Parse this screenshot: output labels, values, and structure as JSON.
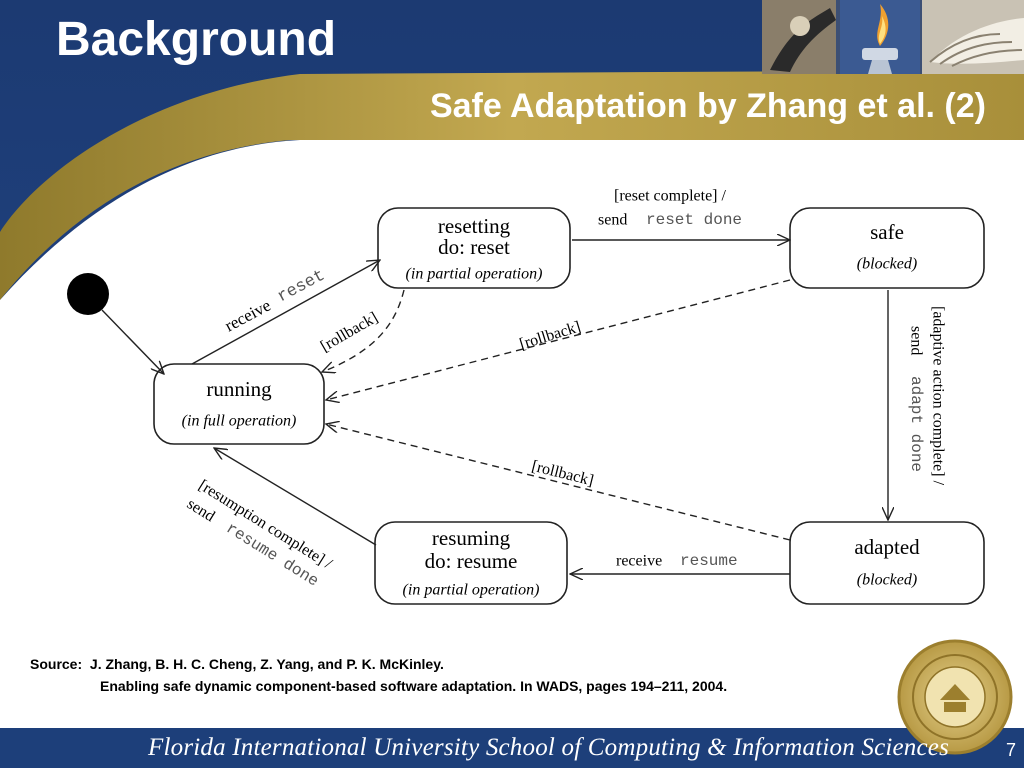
{
  "slide": {
    "title": "Background",
    "subtitle": "Safe Adaptation by Zhang et al. (2)",
    "footer": "Florida International University School of Computing & Information Sciences",
    "page_number": "7"
  },
  "source": {
    "label": "Source:",
    "authors": "J. Zhang, B. H. C. Cheng, Z. Yang, and P. K. McKinley.",
    "citation": "Enabling safe dynamic component-based software adaptation. In WADS, pages 194–211, 2004."
  },
  "diagram": {
    "states": {
      "resetting": {
        "line1": "resetting",
        "line2": "do: reset",
        "note": "(in partial operation)"
      },
      "safe": {
        "name": "safe",
        "note": "(blocked)"
      },
      "running": {
        "name": "running",
        "note": "(in full operation)"
      },
      "resuming": {
        "line1": "resuming",
        "line2": "do: resume",
        "note": "(in partial operation)"
      },
      "adapted": {
        "name": "adapted",
        "note": "(blocked)"
      }
    },
    "transitions": {
      "receive_reset": {
        "event": "receive",
        "message": "reset"
      },
      "reset_complete": {
        "guard": "[reset complete] /",
        "action": "send",
        "message": "reset done"
      },
      "rollback_resetting": {
        "guard": "[rollback]"
      },
      "rollback_safe": {
        "guard": "[rollback]"
      },
      "rollback_adapted": {
        "guard": "[rollback]"
      },
      "adaptive_complete": {
        "guard": "[adaptive action complete] /",
        "action": "send",
        "message": "adapt done"
      },
      "receive_resume": {
        "event": "receive",
        "message": "resume"
      },
      "resumption_complete": {
        "guard": "[resumption complete] /",
        "action": "send",
        "message": "resume done"
      }
    }
  },
  "colors": {
    "navy": "#1d3f7a",
    "gold": "#b39a3c",
    "white": "#ffffff"
  }
}
